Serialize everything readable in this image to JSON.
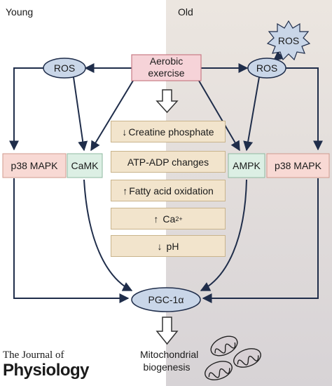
{
  "panels": {
    "left": "Young",
    "right": "Old"
  },
  "nodes": {
    "aerobic_exercise": "Aerobic\nexercise",
    "ros_left": "ROS",
    "ros_right": "ROS",
    "ros_burst": "ROS",
    "p38_left": "p38 MAPK",
    "camk": "CaMK",
    "ampk": "AMPK",
    "p38_right": "p38 MAPK",
    "pgc": "PGC-1α",
    "mito": "Mitochondrial\nbiogenesis"
  },
  "changes": [
    {
      "arrow": "↓",
      "text": "Creatine phosphate"
    },
    {
      "arrow": "",
      "text": "ATP-ADP changes"
    },
    {
      "arrow": "↑",
      "text": "Fatty acid oxidation"
    },
    {
      "arrow": "↑",
      "text": "Ca",
      "sup": "2+"
    },
    {
      "arrow": "↓",
      "text": "pH"
    }
  ],
  "journal": {
    "line1": "The Journal of",
    "line2": "Physiology"
  },
  "colors": {
    "left_bg": "#ffffff",
    "right_bg": "#e8e4e0",
    "arrow": "#1f2d4a",
    "ros_fill": "#c9d6e8",
    "exercise_fill": "#f6d3d8",
    "p38_fill": "#f8d9d4",
    "kinase_fill": "#dcefe4",
    "stack_fill": "#f2e4cc"
  },
  "icons": [
    "down-hollow-arrow-icon",
    "starburst-icon",
    "mitochondria-icon"
  ]
}
